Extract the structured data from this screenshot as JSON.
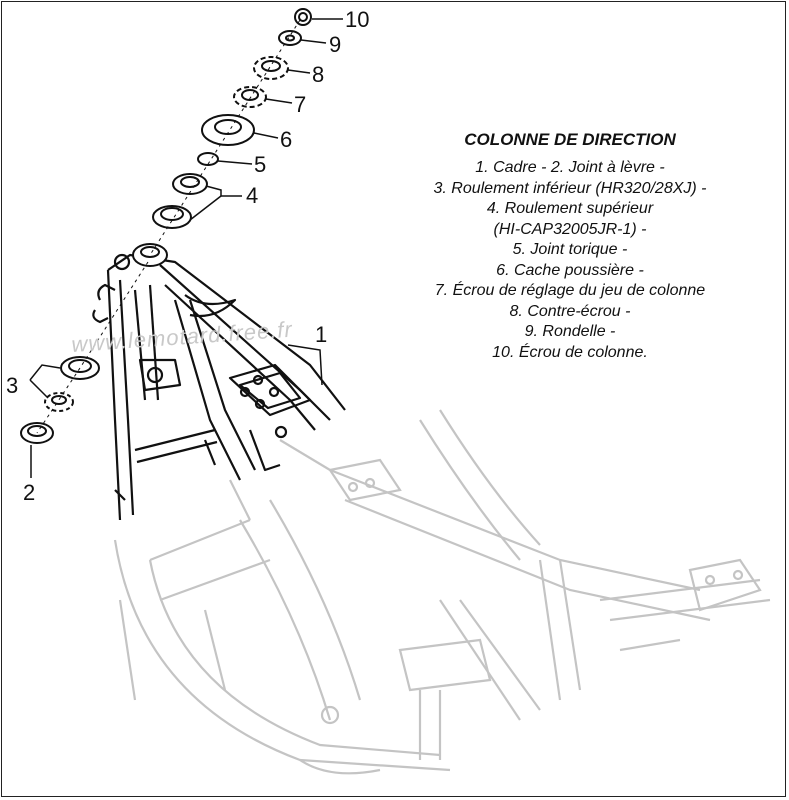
{
  "legend": {
    "title": "COLONNE DE DIRECTION",
    "lines": [
      "1. Cadre - 2. Joint à lèvre -",
      "3. Roulement inférieur (HR320/28XJ) -",
      "4. Roulement supérieur",
      "(HI-CAP32005JR-1) -",
      "5. Joint torique -",
      "6. Cache poussière -",
      "7. Écrou de réglage du jeu de colonne",
      "8. Contre-écrou -",
      "9. Rondelle -",
      "10. Écrou de colonne."
    ]
  },
  "callouts": {
    "n1": "1",
    "n2": "2",
    "n3": "3",
    "n4": "4",
    "n5": "5",
    "n6": "6",
    "n7": "7",
    "n8": "8",
    "n9": "9",
    "n10": "10"
  },
  "watermark": "www.lemotard.free.fr",
  "colors": {
    "ink": "#111111",
    "faded_frame": "#c4c4c4",
    "watermark": "#c8c8c8"
  }
}
